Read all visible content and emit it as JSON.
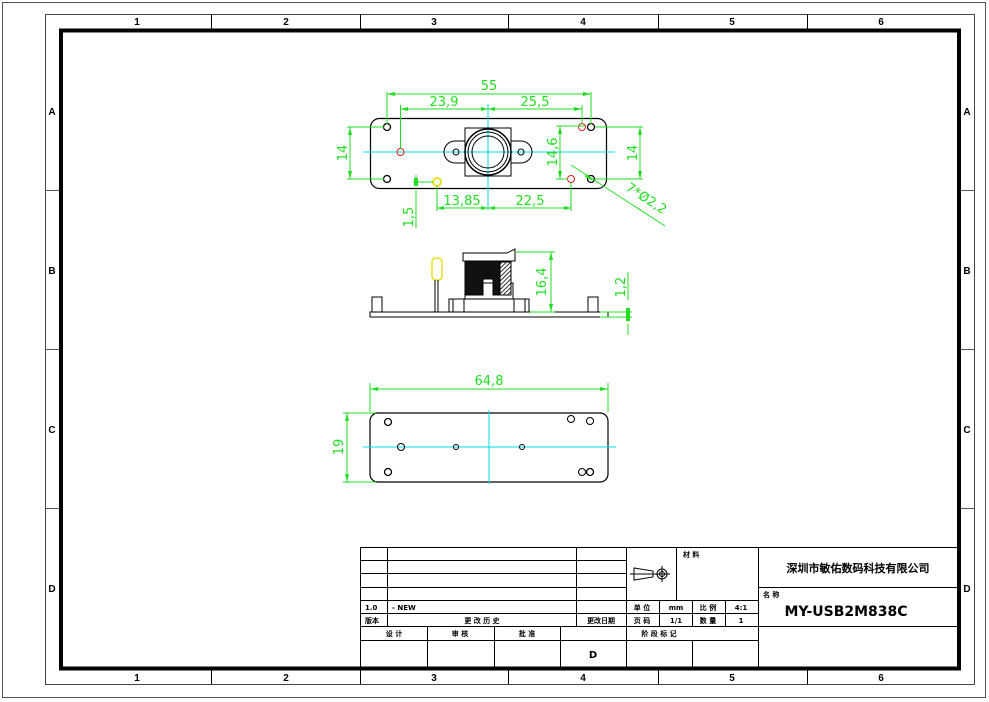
{
  "frame": {
    "columns": [
      "1",
      "2",
      "3",
      "4",
      "5",
      "6"
    ],
    "rows": [
      "A",
      "B",
      "C",
      "D"
    ]
  },
  "drawing": {
    "top_view": {
      "dims": {
        "overall_width": "55",
        "left_offset": "23,9",
        "right_offset": "25,5",
        "left_height": "14",
        "right_height": "14",
        "inner_height": "14,6",
        "led_offset_y": "1,5",
        "led_to_center": "13,85",
        "center_to_hole": "22,5",
        "hole_callout": "7*Ø2,2"
      }
    },
    "side_view": {
      "dims": {
        "lens_height": "16,4",
        "board_thickness": "1,2"
      }
    },
    "bottom_view": {
      "dims": {
        "overall_width": "64,8",
        "overall_height": "19"
      }
    },
    "colors": {
      "dimension": "#22dd22",
      "centerline": "#00d8e8",
      "hole_red": "#e02020",
      "led_yellow": "#e8e020",
      "outline": "#000000"
    }
  },
  "title_block": {
    "revision": {
      "version_value": "1.0",
      "change_value": "- NEW",
      "version_label": "版本",
      "history_label": "更 改 历 史",
      "date_label": "更改日期"
    },
    "material_label": "材 料",
    "unit_label": "单 位",
    "unit_value": "mm",
    "scale_label": "比 例",
    "scale_value": "4:1",
    "page_label": "页 码",
    "page_value": "1/1",
    "qty_label": "数 量",
    "qty_value": "1",
    "design_label": "设 计",
    "review_label": "审 核",
    "approve_label": "批 准",
    "stage_label": "阶 段 标 记",
    "stage_value": "D",
    "company": "深圳市敏佑数码科技有限公司",
    "name_label": "名 称",
    "part_name": "MY-USB2M838C"
  }
}
